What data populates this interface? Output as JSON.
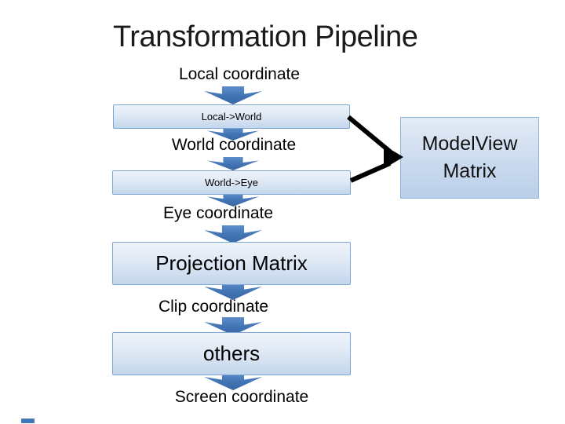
{
  "slide": {
    "title": "Transformation Pipeline",
    "flow": {
      "label_local": "Local coordinate",
      "box_local_world": "Local->World",
      "label_world": "World coordinate",
      "box_world_eye": "World->Eye",
      "label_eye": "Eye coordinate",
      "box_projection": "Projection Matrix",
      "label_clip": "Clip coordinate",
      "box_others": "others",
      "label_screen": "Screen coordinate"
    },
    "modelview": {
      "line1": "ModelView",
      "line2": "Matrix"
    },
    "colors": {
      "background": "#ffffff",
      "title_text": "#1a1a1a",
      "body_text": "#000000",
      "box_border": "#7ea6d2",
      "box_fill_top": "#eef3fa",
      "box_fill_bottom": "#c3d6ec",
      "arrow_fill_top": "#5e8dc9",
      "arrow_fill_bottom": "#3a67a3",
      "connector": "#000000"
    }
  }
}
